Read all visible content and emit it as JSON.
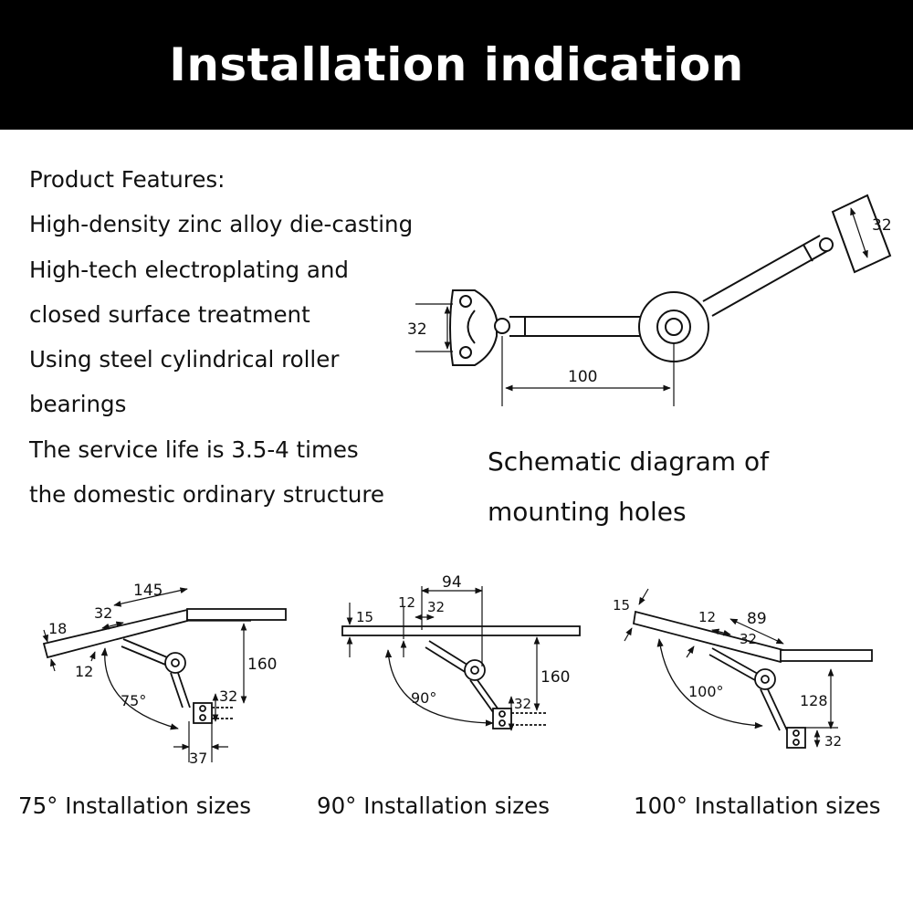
{
  "header": {
    "title": "Installation indication"
  },
  "features": {
    "lines": [
      "Product Features:",
      "High-density zinc alloy die-casting",
      "High-tech electroplating and",
      "closed surface treatment",
      "Using steel cylindrical roller",
      "bearings",
      "The service life is 3.5-4 times",
      "the domestic ordinary structure"
    ]
  },
  "schematic": {
    "caption_line1": "Schematic diagram of",
    "caption_line2": "mounting holes",
    "dims": {
      "left_height": "32",
      "span": "100",
      "right_height": "32"
    }
  },
  "installations": [
    {
      "caption": "75° Installation sizes",
      "angle": "75°",
      "dims": {
        "a": "145",
        "b": "32",
        "c": "18",
        "d": "12",
        "e": "160",
        "f": "32",
        "g": "37"
      }
    },
    {
      "caption": "90° Installation sizes",
      "angle": "90°",
      "dims": {
        "a": "94",
        "b": "12",
        "c": "32",
        "d": "15",
        "e": "160",
        "f": "32"
      }
    },
    {
      "caption": "100° Installation sizes",
      "angle": "100°",
      "dims": {
        "a": "15",
        "b": "12",
        "c": "89",
        "d": "32",
        "e": "128",
        "f": "32"
      }
    }
  ]
}
